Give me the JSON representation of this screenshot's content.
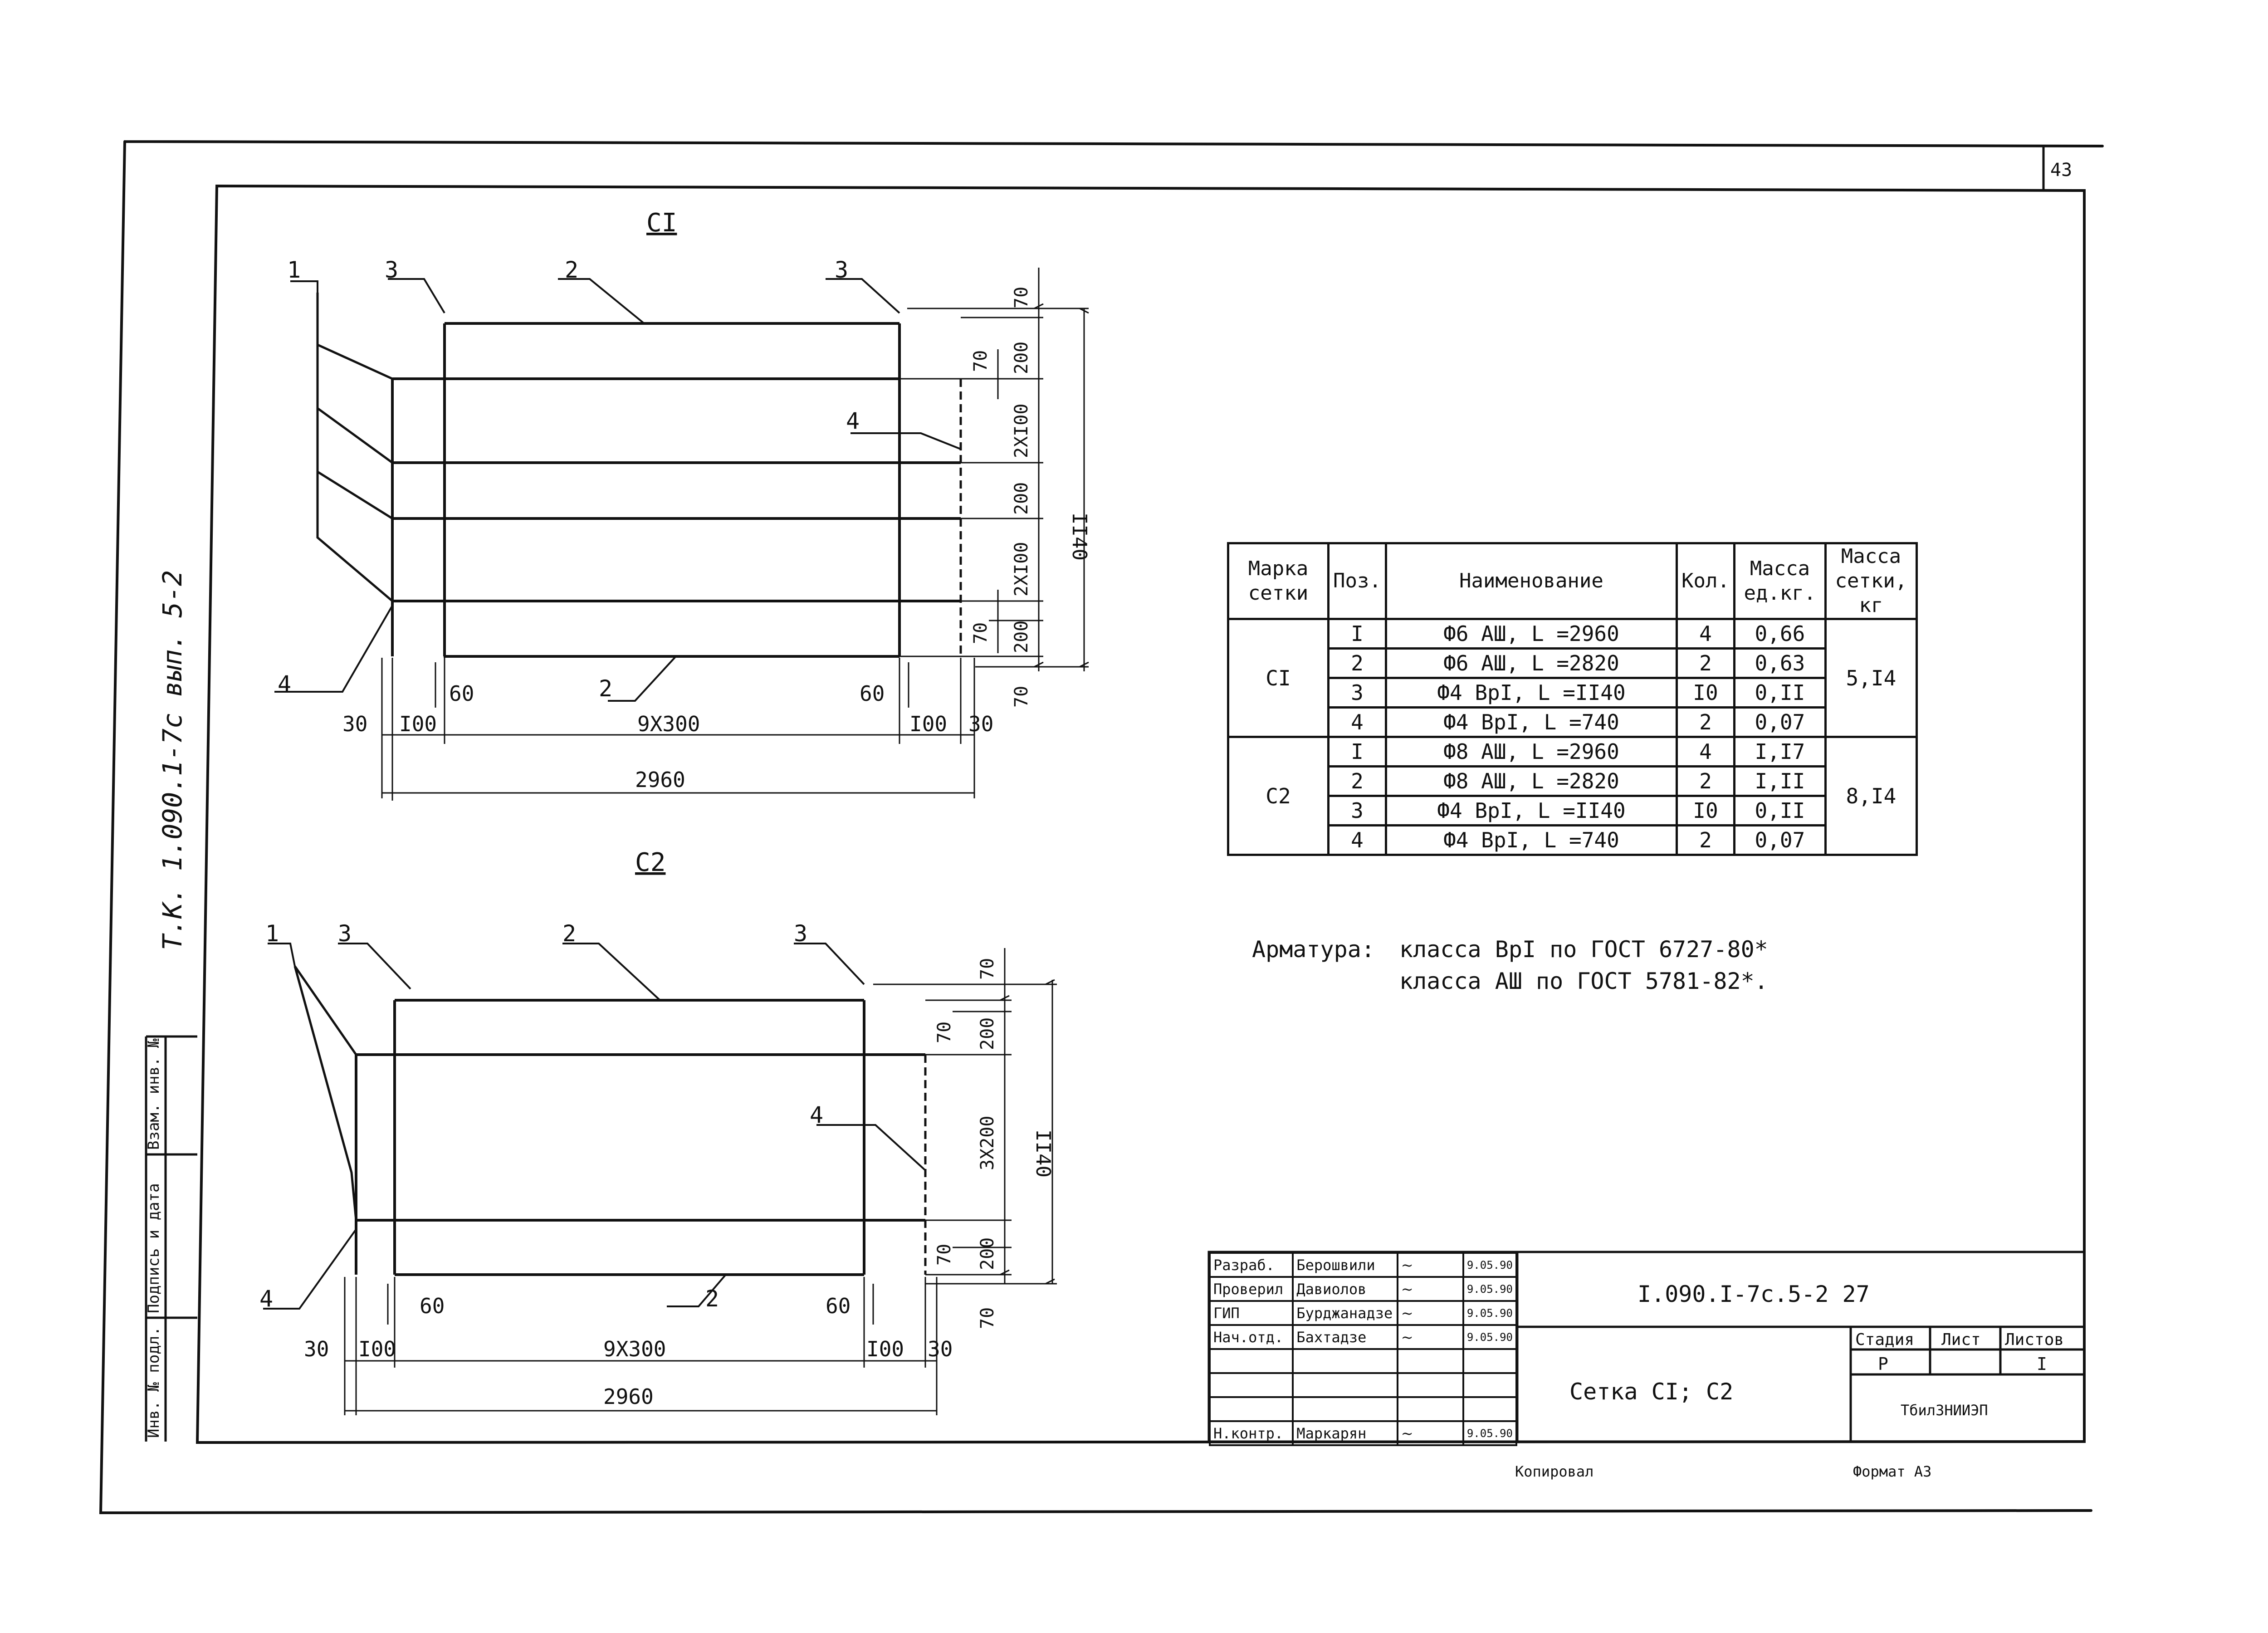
{
  "sheet_number": "43",
  "side_stamp": "Т.К. 1.090.1-7с вып. 5-2",
  "margin_box": {
    "inv_no": "Инв. № подл.",
    "sign_date": "Подпись и дата",
    "replaced_inv": "Взам. инв. №"
  },
  "mesh_c1": {
    "title": "СI",
    "callouts": [
      "1",
      "3",
      "2",
      "3",
      "4",
      "4",
      "2"
    ],
    "dims": {
      "d60a": "60",
      "d60b": "60",
      "d30a": "30",
      "d100a": "I00",
      "d9x300": "9Х300",
      "d100b": "I00",
      "d30b": "30",
      "d2960": "2960",
      "v70a": "70",
      "v200a": "200",
      "v70b": "70",
      "v2x100a": "2ХI00",
      "v200b": "200",
      "v2x100b": "2ХI00",
      "v200c": "200",
      "v70c": "70",
      "v70d": "70",
      "v1140": "II40"
    }
  },
  "mesh_c2": {
    "title": "С2",
    "callouts": [
      "1",
      "3",
      "2",
      "3",
      "4",
      "4",
      "2"
    ],
    "dims": {
      "d60a": "60",
      "d60b": "60",
      "d30a": "30",
      "d100a": "I00",
      "d9x300": "9Х300",
      "d100b": "I00",
      "d30b": "30",
      "d2960": "2960",
      "v70a": "70",
      "v70b": "70",
      "v200a": "200",
      "v3x200": "3Х200",
      "v70c": "70",
      "v200b": "200",
      "v70d": "70",
      "v1140": "II40"
    }
  },
  "spec_table": {
    "headers": [
      "Марка сетки",
      "Поз.",
      "Наименование",
      "Кол.",
      "Масса ед.кг.",
      "Масса сетки, кг"
    ],
    "groups": [
      {
        "mark": "СI",
        "total": "5,I4",
        "rows": [
          {
            "pos": "I",
            "name": "Ф6 АШ, L =2960",
            "qty": "4",
            "mass": "0,66"
          },
          {
            "pos": "2",
            "name": "Ф6 АШ, L =2820",
            "qty": "2",
            "mass": "0,63"
          },
          {
            "pos": "3",
            "name": "Ф4 ВрI, L =II40",
            "qty": "I0",
            "mass": "0,II"
          },
          {
            "pos": "4",
            "name": "Ф4 ВрI, L =740",
            "qty": "2",
            "mass": "0,07"
          }
        ]
      },
      {
        "mark": "С2",
        "total": "8,I4",
        "rows": [
          {
            "pos": "I",
            "name": "Ф8 АШ, L =2960",
            "qty": "4",
            "mass": "I,I7"
          },
          {
            "pos": "2",
            "name": "Ф8 АШ, L =2820",
            "qty": "2",
            "mass": "I,II"
          },
          {
            "pos": "3",
            "name": "Ф4 ВрI, L =II40",
            "qty": "I0",
            "mass": "0,II"
          },
          {
            "pos": "4",
            "name": "Ф4 ВрI, L =740",
            "qty": "2",
            "mass": "0,07"
          }
        ]
      }
    ]
  },
  "note": {
    "label": "Арматура:",
    "line1": "класса ВрI по ГОСТ 6727-80*",
    "line2": "класса АШ по ГОСТ 5781-82*."
  },
  "title_block": {
    "roles": [
      "Разраб.",
      "Проверил",
      "ГИП",
      "Нач.отд.",
      "",
      "",
      "",
      "Н.контр."
    ],
    "names": [
      "Берошвили",
      "Давиолов",
      "Бурджанадзе",
      "Бахтадзе",
      "",
      "",
      "",
      "Маркарян"
    ],
    "dates": [
      "9.05.90",
      "9.05.90",
      "9.05.90",
      "9.05.90",
      "",
      "",
      "",
      "9.05.90"
    ],
    "doc_code": "I.090.I-7с.5-2 27",
    "sheet_title": "Сетка СI; С2",
    "stage_label": "Стадия",
    "sheet_label": "Лист",
    "sheets_label": "Листов",
    "stage_value": "Р",
    "sheets_value": "I",
    "org": "ТбилЗНИИЭП"
  },
  "footer": {
    "copied": "Копировал",
    "format": "Формат А3"
  }
}
